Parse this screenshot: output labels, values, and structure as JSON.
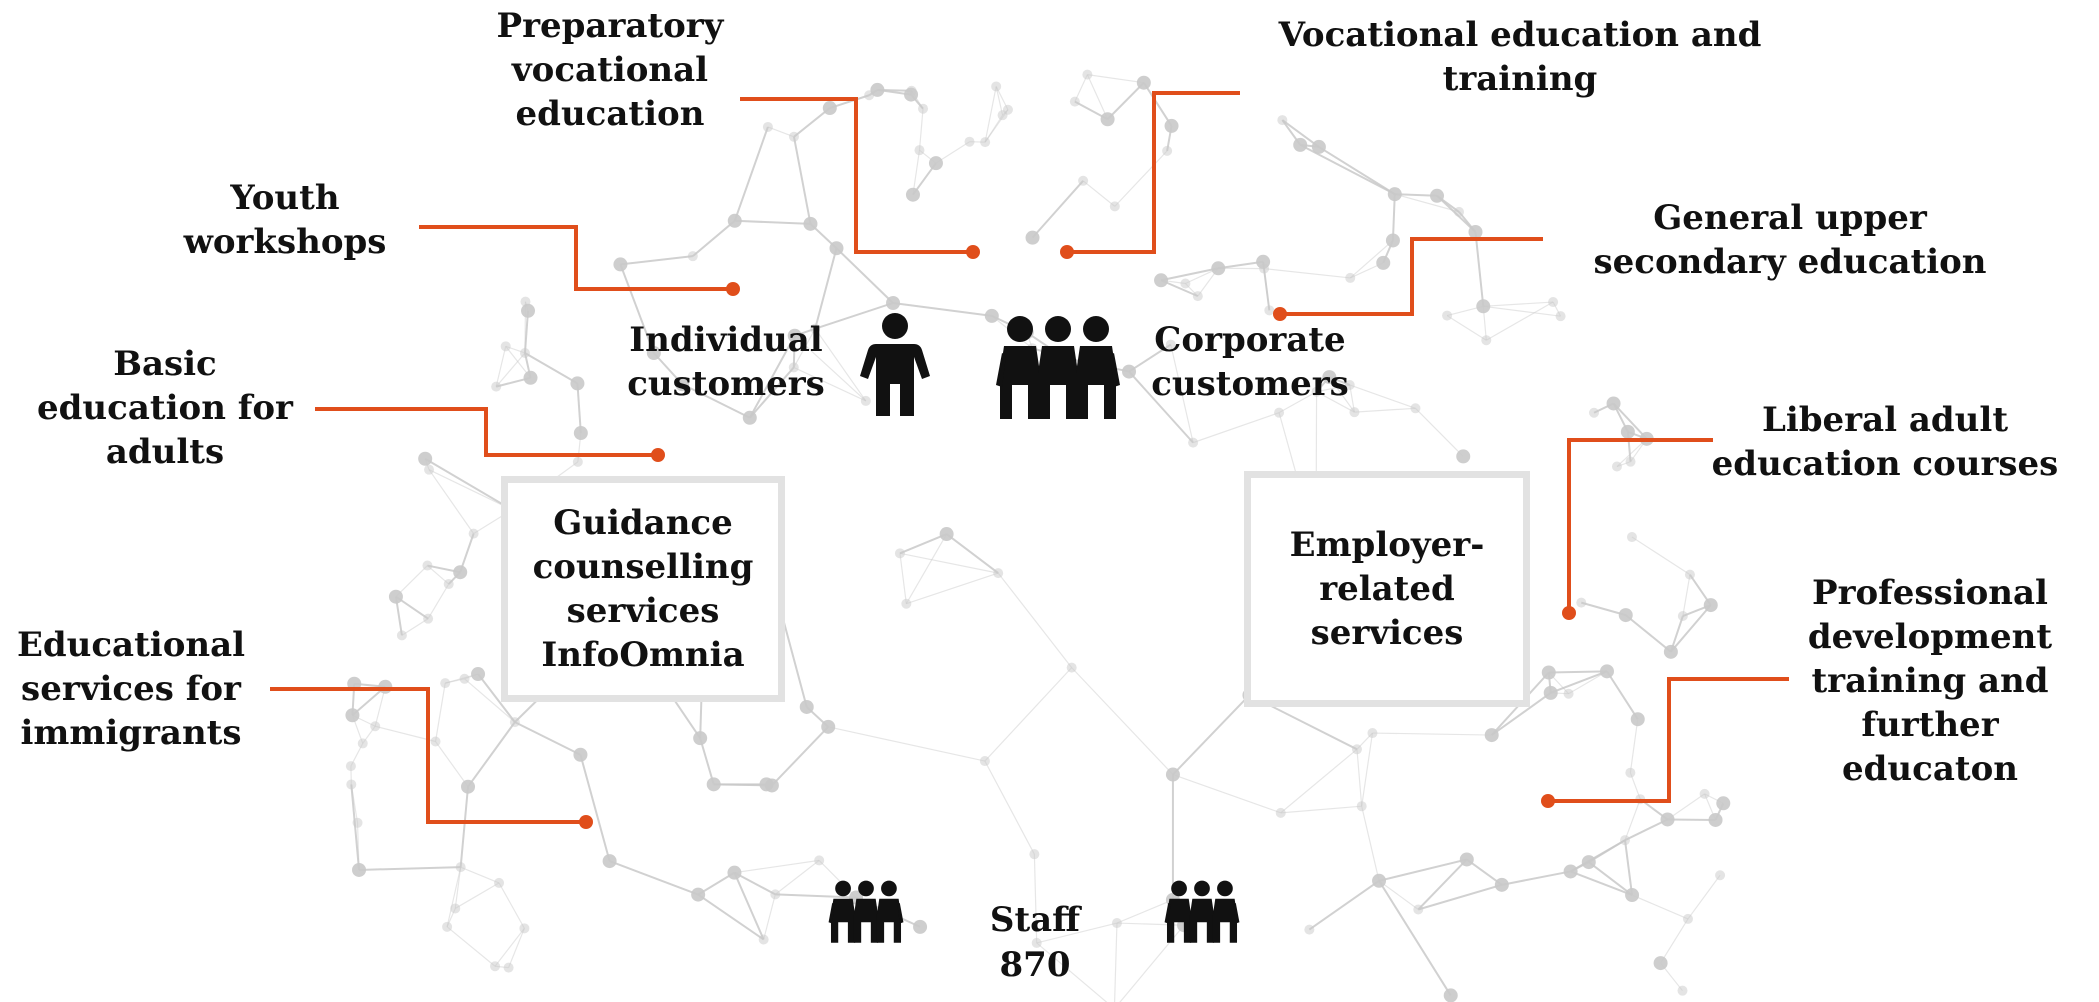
{
  "offerings": {
    "preparatory": "Preparatory\nvocational\neducation",
    "vocational": "Vocational education and\ntraining",
    "youth": "Youth\nworkshops",
    "general_upper": "General upper\nsecondary education",
    "basic_adults": "Basic\neducation for\nadults",
    "liberal_adult": "Liberal adult\neducation courses",
    "immigrants": "Educational\nservices for\nimmigrants",
    "professional": "Professional\ndevelopment\ntraining  and\nfurther\neducaton"
  },
  "customers": {
    "individual": "Individual\ncustomers",
    "corporate": "Corporate\ncustomers",
    "individual_icon": "person-icon",
    "corporate_icon": "group-icon"
  },
  "services": {
    "guidance": "Guidance\ncounselling\nservices\nInfoOmnia",
    "employer": "Employer-\nrelated\nservices"
  },
  "staff": {
    "label": "Staff",
    "count": "870",
    "icon": "group-icon"
  },
  "colors": {
    "connector": "#e04e1b",
    "network": "#c9c9c9",
    "box_border": "#e2e2e2",
    "text": "#111111"
  }
}
